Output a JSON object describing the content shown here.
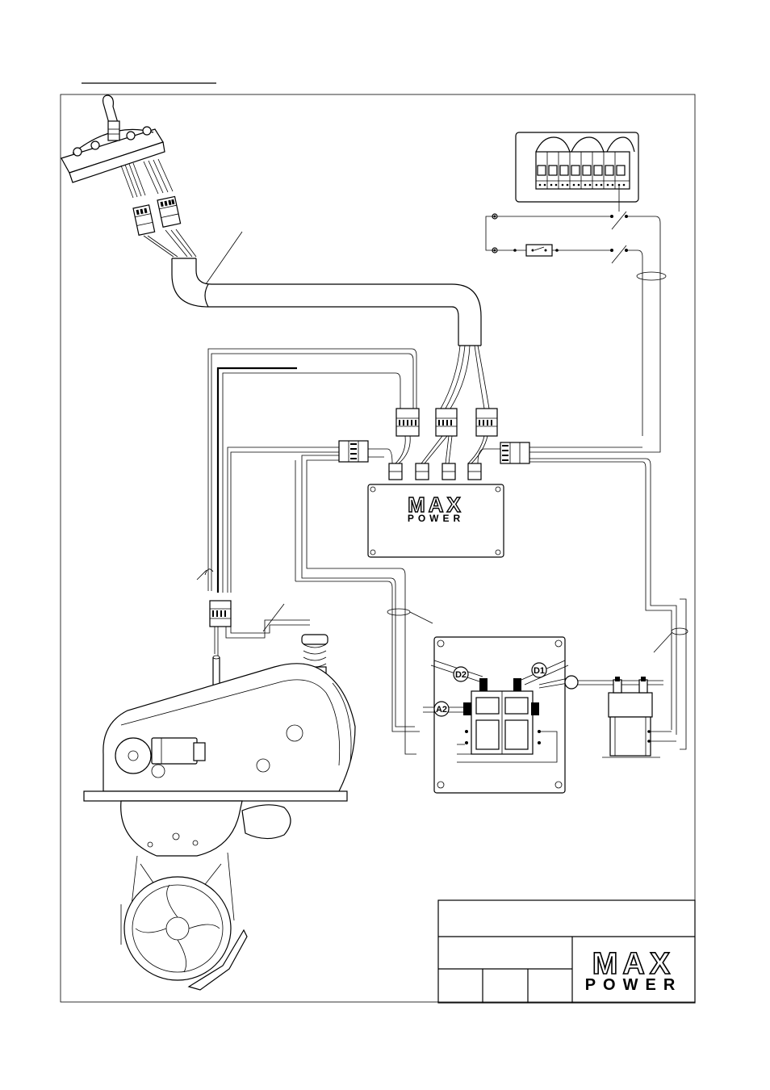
{
  "components": {
    "controller_brand_top": "MAX",
    "controller_brand_bottom": "POWER",
    "contactor_labels": {
      "d2": "D2",
      "d1": "D1",
      "a2": "A2"
    }
  },
  "title_block": {
    "logo_top": "MAX",
    "logo_bottom": "POWER"
  },
  "colors": {
    "line": "#000000",
    "paper": "#ffffff"
  }
}
